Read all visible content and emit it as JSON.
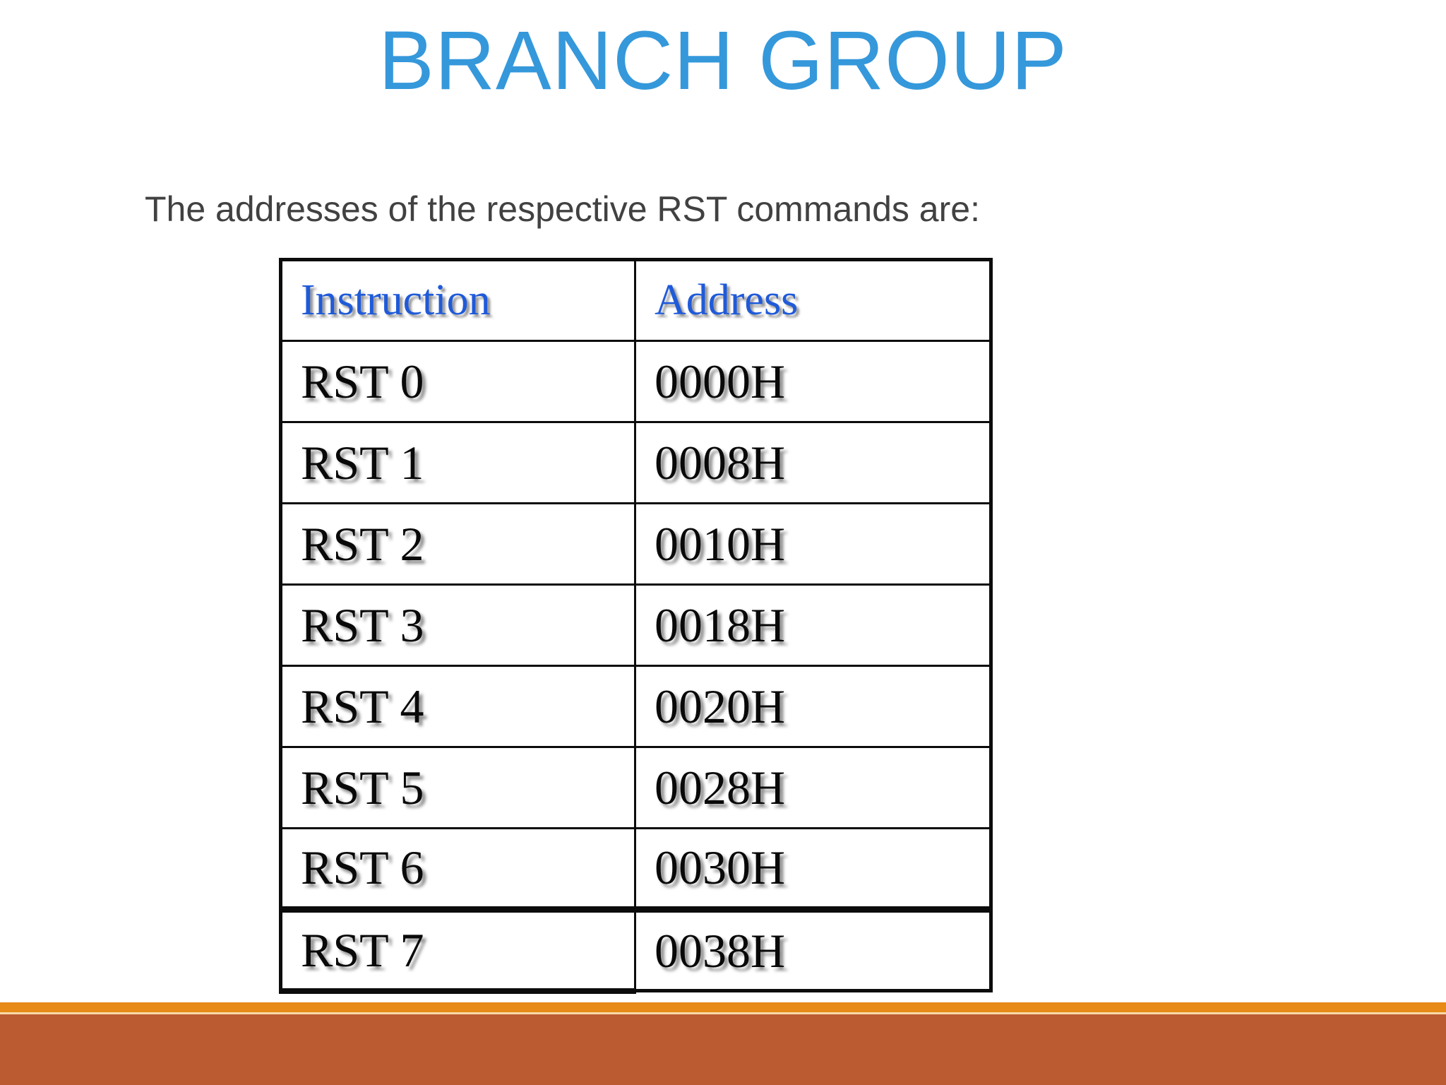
{
  "slide": {
    "title": "BRANCH GROUP",
    "title_color": "#3598DB",
    "body_text": "The addresses of the respective RST commands are:",
    "body_color": "#414141",
    "background_color": "#FFFFFF"
  },
  "table": {
    "header_color": "#1F5AD8",
    "cell_color": "#090909",
    "border_color": "#0C0C0C",
    "columns": [
      {
        "key": "instruction",
        "label": "Instruction"
      },
      {
        "key": "address",
        "label": "Address"
      }
    ],
    "rows": [
      {
        "instruction": "RST 0",
        "address": "0000H"
      },
      {
        "instruction": "RST 1",
        "address": "0008H"
      },
      {
        "instruction": "RST 2",
        "address": "0010H"
      },
      {
        "instruction": "RST 3",
        "address": "0018H"
      },
      {
        "instruction": "RST 4",
        "address": "0020H"
      },
      {
        "instruction": "RST 5",
        "address": "0028H"
      },
      {
        "instruction": "RST 6",
        "address": "0030H"
      },
      {
        "instruction": "RST 7",
        "address": "0038H"
      }
    ]
  },
  "footer": {
    "band_orange_color": "#E78A17",
    "band_thin_color": "#F7D9A8",
    "band_brick_color": "#BB5B31"
  }
}
